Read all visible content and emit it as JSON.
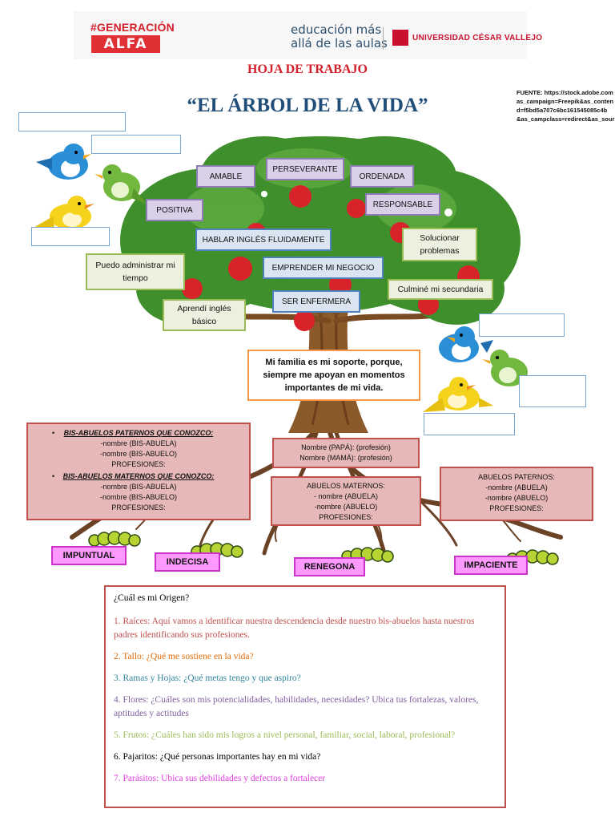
{
  "header": {
    "gen_text": "#GENERACIÓN",
    "alfa_text": "ALFA",
    "edu_line1": "educación más",
    "edu_line2": "allá de las aulas",
    "ucv_text": "UNIVERSIDAD CÉSAR VALLEJO"
  },
  "hoja": "HOJA DE TRABAJO",
  "title": "“EL ÁRBOL DE LA VIDA”",
  "fuente": {
    "lines": [
      "FUENTE: https://stock.adobe.com",
      "as_campaign=Freepik&as_conten",
      "d=f5bd5a707c6bc161545085c4b",
      "&as_campclass=redirect&as_sour"
    ]
  },
  "values": {
    "amable": "AMABLE",
    "perseverante": "PERSEVERANTE",
    "ordenada": "ORDENADA",
    "positiva": "POSITIVA",
    "responsable": "RESPONSABLE",
    "hablar": "HABLAR INGLÉS FLUIDAMENTE",
    "emprender": "EMPRENDER MI NEGOCIO",
    "enfermera": "SER ENFERMERA",
    "solucionar": "Solucionar problemas",
    "administrar": "Puedo administrar mi tiempo",
    "culmine": "Culminé mi secundaria",
    "aprendi": "Aprendí inglés básico",
    "familia": "Mi familia es mi soporte, porque, siempre me apoyan en momentos importantes de mi vida."
  },
  "roots": {
    "bis_paternos": {
      "title": "BIS-ABUELOS PATERNOS QUE CONOZCO:",
      "lines": [
        "-nombre (BIS-ABUELA)",
        "-nombre (BIS-ABUELO)",
        "PROFESIONES:"
      ]
    },
    "bis_maternos": {
      "title": "BIS-ABUELOS MATERNOS QUE CONOZCO:",
      "lines": [
        "-nombre (BIS-ABUELA)",
        "-nombre (BIS-ABUELO)",
        "PROFESIONES:"
      ]
    },
    "padres": [
      "Nombre (PAPÁ): (profesión)",
      "Nombre (MAMÁ): (profesión)"
    ],
    "abuelos_maternos": [
      "ABUELOS MATERNOS:",
      "- nombre (ABUELA)",
      "-nombre (ABUELO)",
      "PROFESIONES:"
    ],
    "abuelos_paternos": [
      "ABUELOS PATERNOS:",
      "-nombre (ABUELA)",
      "-nombre (ABUELO)",
      "PROFESIONES:"
    ]
  },
  "defects": [
    "IMPUNTUAL",
    "INDECISA",
    "RENEGONA",
    "IMPACIENTE"
  ],
  "questions": {
    "q0": "¿Cuál es mi Origen?",
    "q1": "1. Raíces: Aquí vamos a identificar nuestra descendencia desde nuestro bis-abuelos hasta nuestros padres identificando sus profesiones.",
    "q2": "2. Tallo: ¿Qué me sostiene en la vida?",
    "q3": "3. Ramas y Hojas: ¿Qué metas tengo y que aspiro?",
    "q4": "4. Flores: ¿Cuáles son mis potencialidades, habilidades, necesidades? Ubica tus fortalezas, valores, aptitudes y actitudes",
    "q5": "5. Frutos: ¿Cuáles han sido mis logros a nivel personal, familiar, social, laboral, profesional?",
    "q6": "6. Pajaritos: ¿Qué personas importantes hay en mi vida?",
    "q7": "7. Parásitos: Ubica sus debilidades y defectos a fortalecer"
  },
  "colors": {
    "q1": "#c0504d",
    "q2": "#e36c09",
    "q3": "#31859c",
    "q4": "#7f5fa0",
    "q5": "#9bbb59",
    "q6": "#000000",
    "q7": "#e040e0"
  }
}
